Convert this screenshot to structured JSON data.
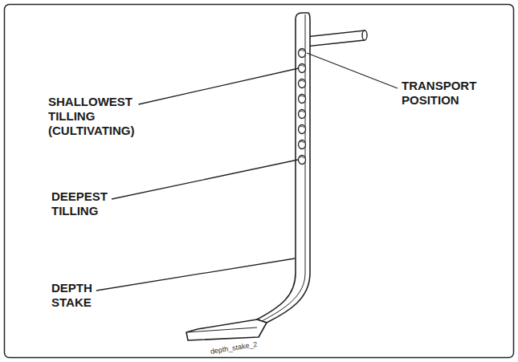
{
  "diagram": {
    "labels": [
      "SHALLOWEST TILLING (CULTIVATING)",
      "TRANSPORT POSITION",
      "DEEPEST TILLING",
      "DEPTH STAKE",
      "depth_stake_2"
    ]
  }
}
